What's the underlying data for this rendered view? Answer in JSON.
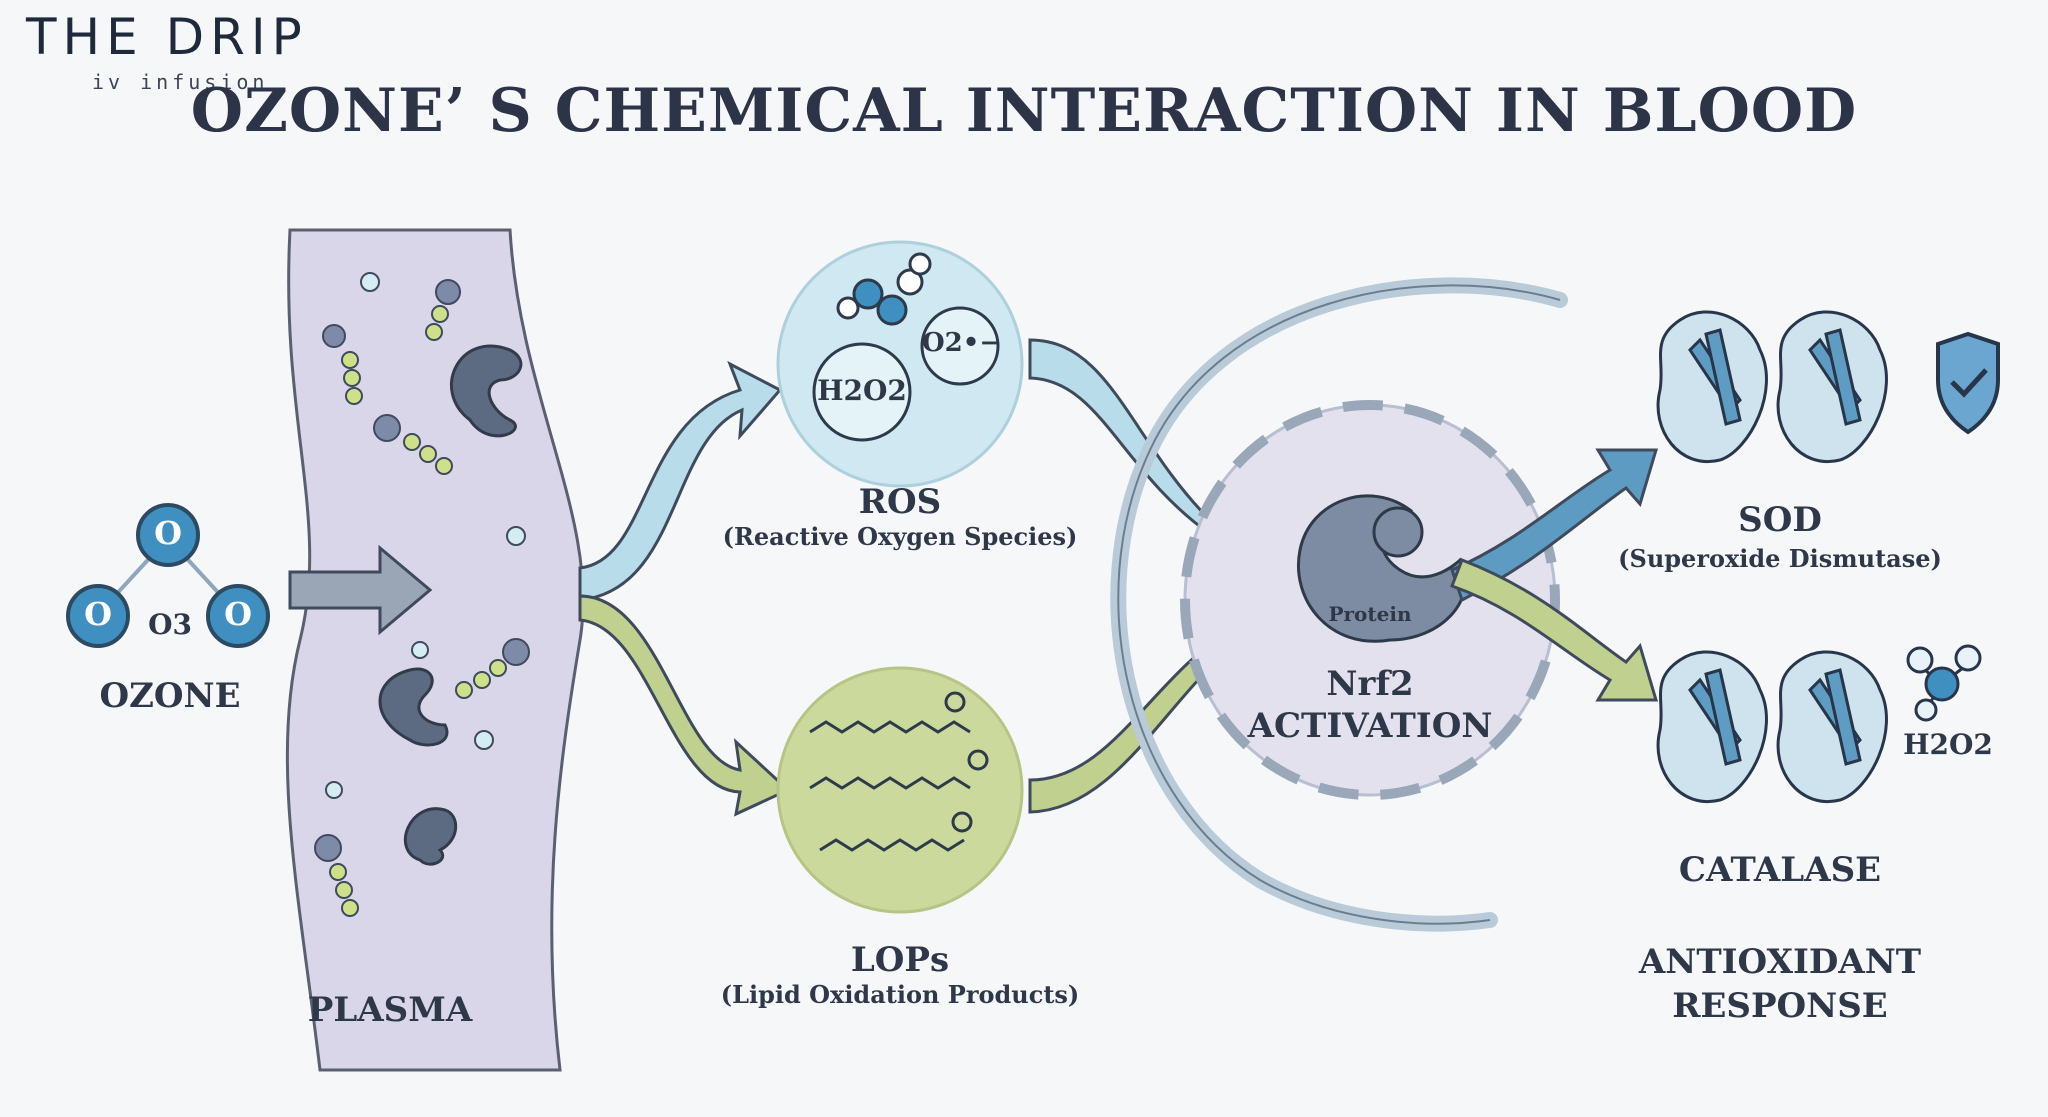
{
  "brand": {
    "name": "THE DRIP",
    "tagline": "iv infusion"
  },
  "title": "OZONE’ S CHEMICAL INTERACTION IN BLOOD",
  "ozone": {
    "label": "OZONE",
    "formula": "O3",
    "atom": "O"
  },
  "plasma": {
    "label": "PLASMA"
  },
  "ros": {
    "label": "ROS",
    "sub": "(Reactive Oxygen Species)",
    "h2o2": "H2O2",
    "superoxide": "O2•−"
  },
  "lops": {
    "label": "LOPs",
    "sub": "(Lipid Oxidation Products)"
  },
  "nrf2": {
    "label1": "Nrf2",
    "label2": "ACTIVATION",
    "protein": "Protein"
  },
  "sod": {
    "label": "SOD",
    "sub": "(Superoxide Dismutase)"
  },
  "catalase": {
    "label": "CATALASE",
    "h2o2": "H2O2"
  },
  "response": {
    "line1": "ANTIOXIDANT",
    "line2": "RESPONSE"
  },
  "colors": {
    "blue": "#3f8fc0",
    "lightblue": "#cfe8f1",
    "green": "#bfd08f",
    "plasma": "#d9d6ea",
    "dark": "#2d3447"
  }
}
